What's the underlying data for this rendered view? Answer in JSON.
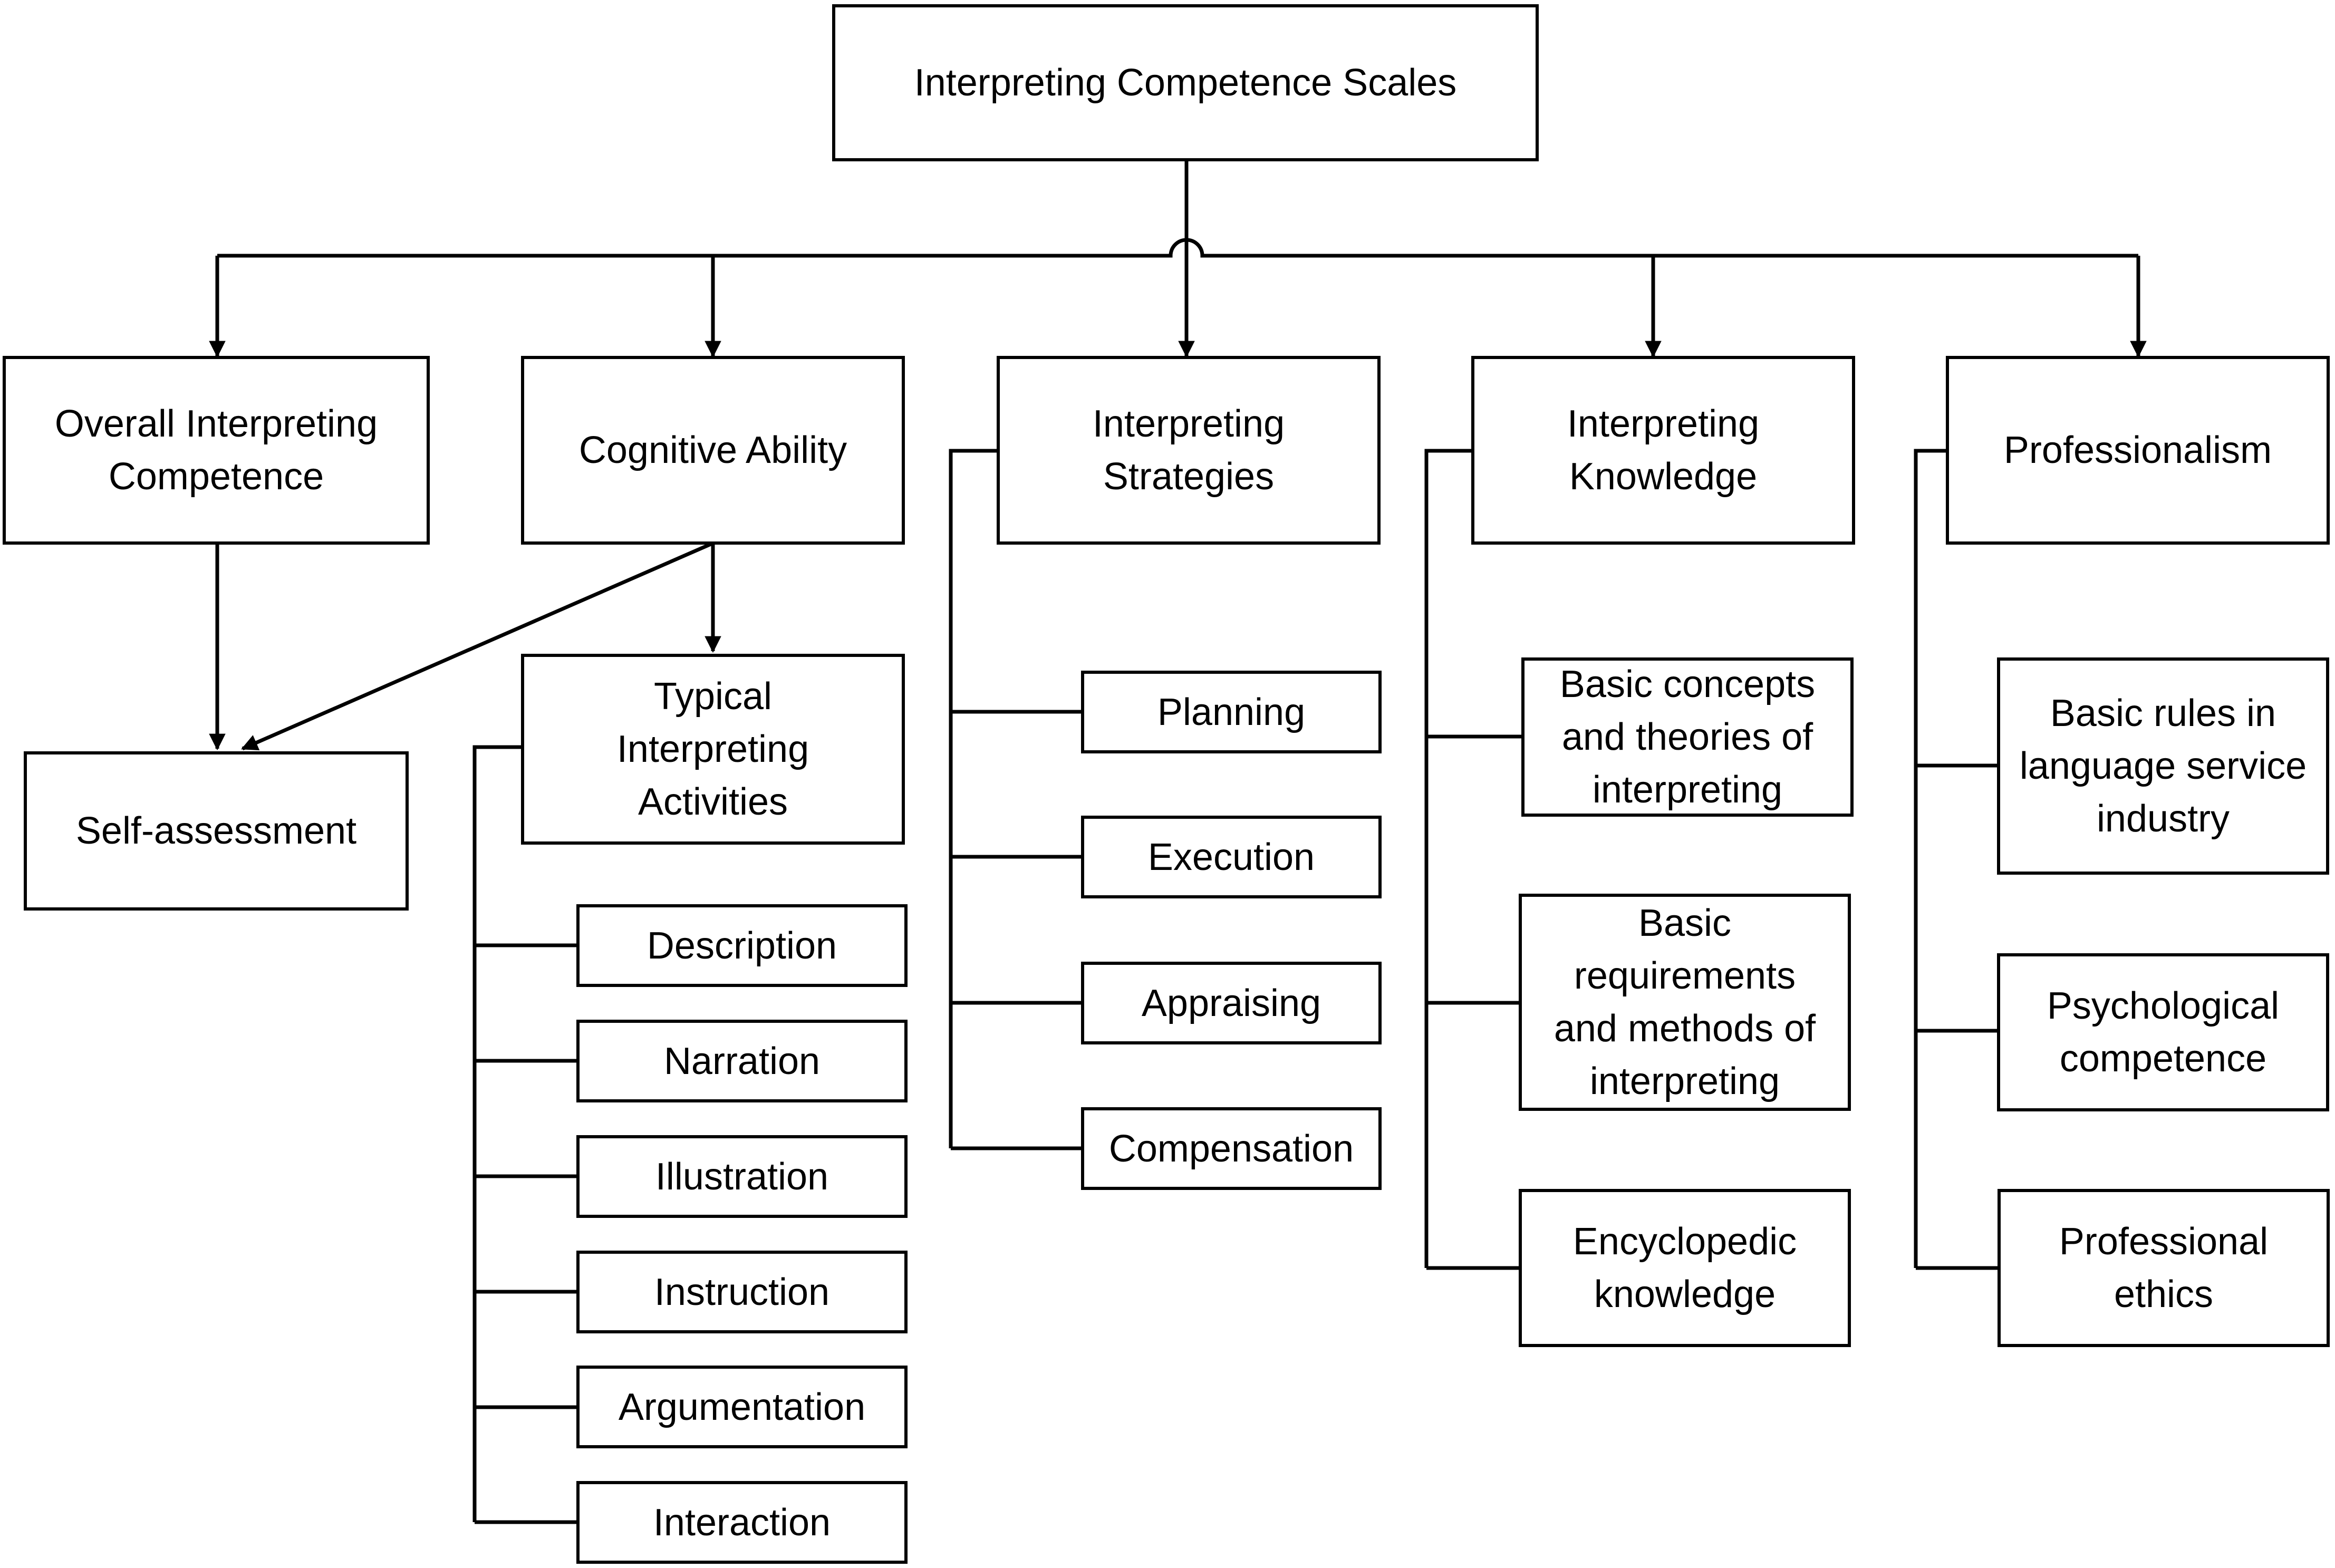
{
  "root": {
    "label": "Interpreting Competence Scales"
  },
  "categories": {
    "overall": {
      "label": "Overall Interpreting Competence"
    },
    "cognitive": {
      "label": "Cognitive Ability"
    },
    "strategies": {
      "label": "Interpreting Strategies"
    },
    "knowledge": {
      "label": "Interpreting Knowledge"
    },
    "professionalism": {
      "label": "Professionalism"
    }
  },
  "self_assessment": {
    "label": "Self-assessment"
  },
  "typical_activities": {
    "label": "Typical Interpreting Activities",
    "items": [
      "Description",
      "Narration",
      "Illustration",
      "Instruction",
      "Argumentation",
      "Interaction"
    ]
  },
  "strategy_items": [
    "Planning",
    "Execution",
    "Appraising",
    "Compensation"
  ],
  "knowledge_items": [
    "Basic concepts and theories of interpreting",
    "Basic requirements and methods of interpreting",
    "Encyclopedic knowledge"
  ],
  "professionalism_items": [
    "Basic rules in language service industry",
    "Psychological competence",
    "Professional ethics"
  ]
}
